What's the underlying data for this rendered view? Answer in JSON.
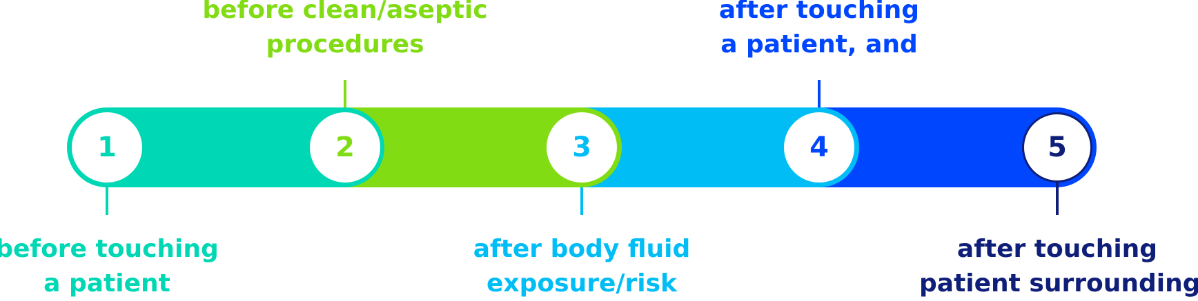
{
  "colors": {
    "step1": "#00d7b4",
    "step2": "#82dc14",
    "step3": "#00bef5",
    "step4": "#0046ff",
    "step5": "#0f1e78"
  },
  "steps": [
    {
      "number": "1",
      "line1": "before touching",
      "line2": "a patient"
    },
    {
      "number": "2",
      "line1": "before clean/aseptic",
      "line2": "procedures"
    },
    {
      "number": "3",
      "line1": "after body fluid",
      "line2": "exposure/risk"
    },
    {
      "number": "4",
      "line1": "after touching",
      "line2": "a patient, and"
    },
    {
      "number": "5",
      "line1": "after touching",
      "line2": "patient surroundings"
    }
  ]
}
